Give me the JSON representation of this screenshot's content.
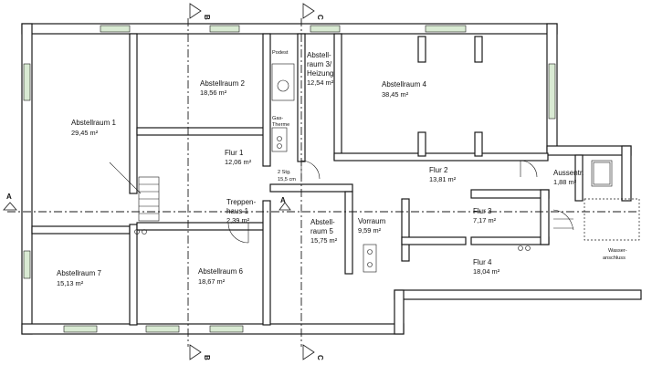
{
  "section_marks": {
    "a": "A",
    "b": "B",
    "c": "C"
  },
  "rooms": {
    "abstellraum1": {
      "name": "Abstellraum 1",
      "area": "29,45 m²"
    },
    "abstellraum2": {
      "name": "Abstellraum 2",
      "area": "18,56 m²"
    },
    "abstellraum3": {
      "name_lines": [
        "Abstell-",
        "raum 3/",
        "Heizung"
      ],
      "area": "12,54 m²"
    },
    "abstellraum4": {
      "name": "Abstellraum 4",
      "area": "38,45 m²"
    },
    "abstellraum5": {
      "name_lines": [
        "Abstell-",
        "raum  5"
      ],
      "area": "15,75 m²"
    },
    "abstellraum6": {
      "name": "Abstellraum 6",
      "area": "18,67 m²"
    },
    "abstellraum7": {
      "name": "Abstellraum 7",
      "area": "15,13 m²"
    },
    "flur1": {
      "name": "Flur 1",
      "area": "12,06 m²"
    },
    "flur2": {
      "name": "Flur 2",
      "area": "13,81 m²"
    },
    "flur3": {
      "name": "Flur 3",
      "area": "7,17 m²"
    },
    "flur4": {
      "name": "Flur 4",
      "area": "18,04 m²"
    },
    "treppenhaus1": {
      "name_lines": [
        "Treppen-",
        "haus 1"
      ],
      "area": "2,39 m²"
    },
    "vorraum": {
      "name": "Vorraum",
      "area": "9,59 m²"
    },
    "aussentr": {
      "name": "Aussentr.",
      "area": "1,88 m²"
    }
  },
  "labels": {
    "podest": "Podest",
    "gastherme": [
      "Gas-",
      "Therme"
    ],
    "stufen": [
      "2 Stg.",
      "15,5 cm"
    ],
    "wasseranschluss": [
      "Wasser-",
      "anschluss"
    ]
  }
}
